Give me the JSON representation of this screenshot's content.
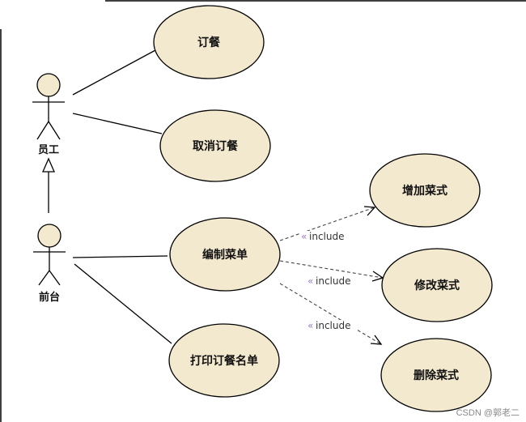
{
  "actors": {
    "employee": "员工",
    "front_desk": "前台"
  },
  "use_cases": {
    "order": "订餐",
    "cancel_order": "取消订餐",
    "edit_menu": "编制菜单",
    "print_order_list": "打印订餐名单",
    "add_dish": "增加菜式",
    "modify_dish": "修改菜式",
    "delete_dish": "删除菜式"
  },
  "relations": {
    "include_1": "include",
    "include_2": "include",
    "include_3": "include",
    "guillemet": "«"
  },
  "watermark": "CSDN @郭老二"
}
